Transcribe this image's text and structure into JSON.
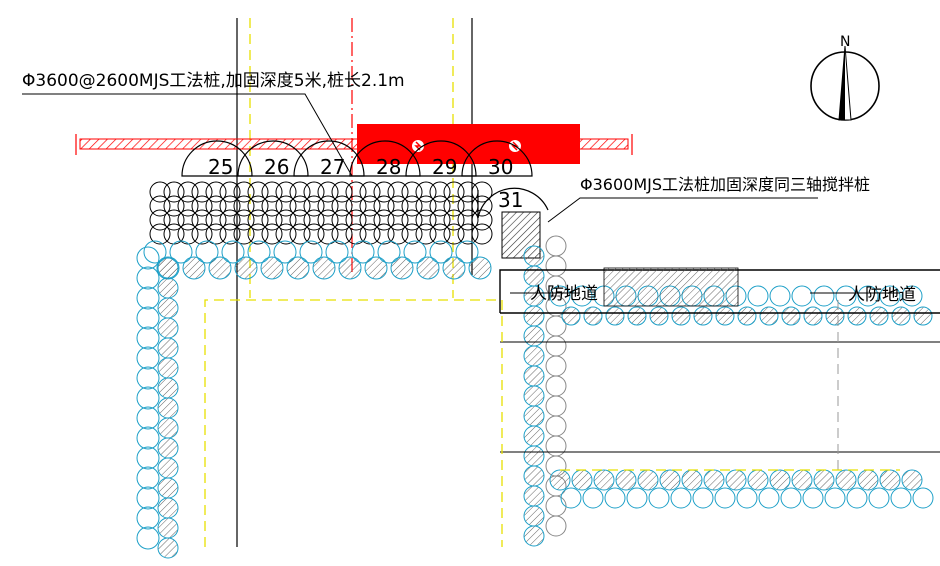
{
  "labels": {
    "top_annotation": "Φ3600@2600MJS工法桩,加固深度5米,桩长2.1m",
    "right_annotation": "Φ3600MJS工法桩加固深度同三轴搅拌桩",
    "pile_numbers": [
      "25",
      "26",
      "27",
      "28",
      "29",
      "30",
      "31"
    ],
    "corridor_left": "人防地道",
    "corridor_right": "人防地道",
    "north": "N"
  },
  "colors": {
    "pile_cyan": "#1ea0c8",
    "pipe_red": "#ff0000",
    "dash_yellow": "#e8e000",
    "line_black": "#000000",
    "hatch_gray": "#555555"
  }
}
